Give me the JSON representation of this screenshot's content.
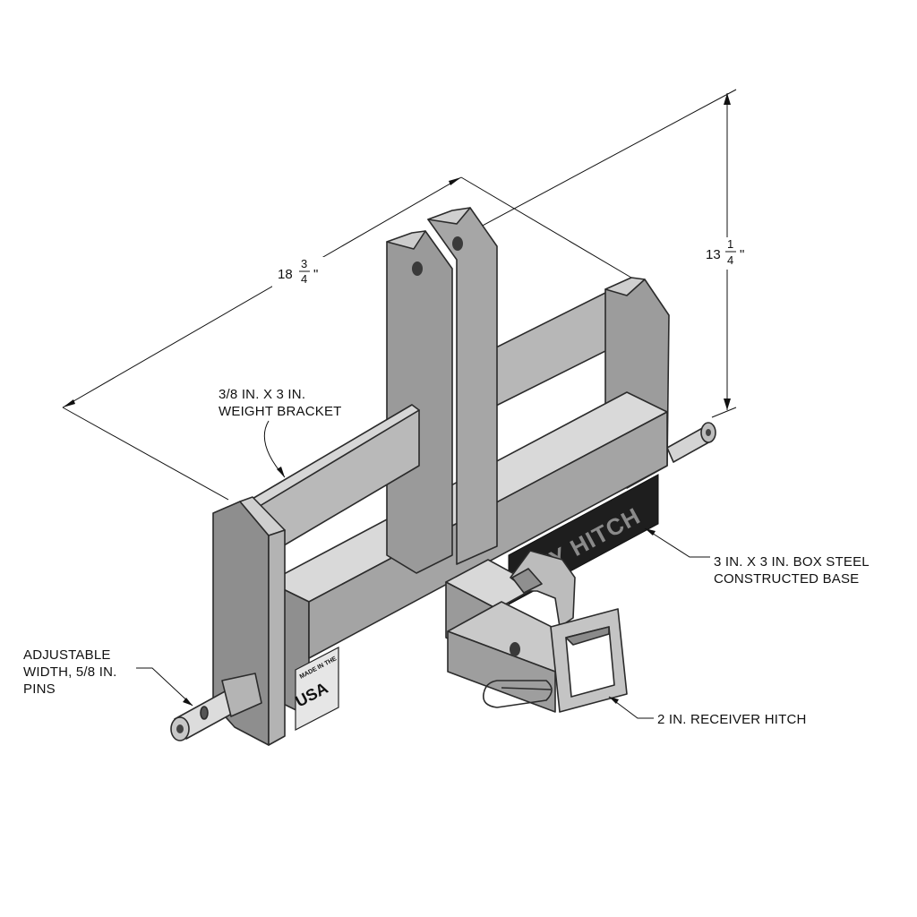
{
  "dimensions": {
    "width": {
      "whole": "18",
      "numerator": "3",
      "denominator": "4",
      "unit": "\""
    },
    "height": {
      "whole": "13",
      "numerator": "1",
      "denominator": "4",
      "unit": "\""
    }
  },
  "callouts": {
    "weight_bracket": {
      "line1": "3/8 IN. X 3 IN.",
      "line2": "WEIGHT BRACKET"
    },
    "box_steel": {
      "line1": "3 IN. X 3 IN. BOX STEEL",
      "line2": "CONSTRUCTED BASE"
    },
    "pins": {
      "line1": "ADJUSTABLE",
      "line2": "WIDTH, 5/8  IN.",
      "line3": "PINS"
    },
    "receiver": {
      "line1": "2 IN. RECEIVER HITCH"
    }
  },
  "decals": {
    "brand": "EAVY HITCH",
    "usa_line1": "MADE IN THE",
    "usa_line2": "USA"
  },
  "colors": {
    "steel_light": "#cfcfcf",
    "steel_mid": "#a9a9a9",
    "steel_dark": "#7c7c7c",
    "steel_deep": "#5e5e5e",
    "decal_bg": "#1e1e1e",
    "background": "#ffffff"
  }
}
